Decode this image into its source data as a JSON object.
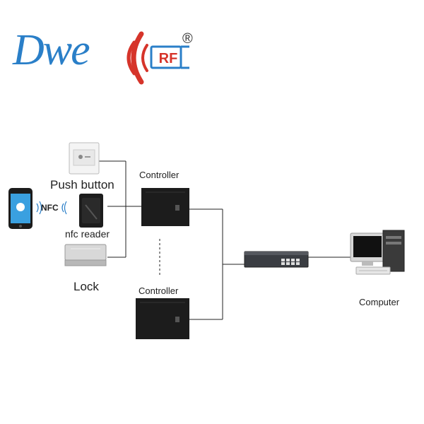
{
  "logo": {
    "text": "Dwe",
    "badge": "RF",
    "registered": "®"
  },
  "labels": {
    "push_button": "Push button",
    "nfc_reader": "nfc reader",
    "lock": "Lock",
    "controller_top": "Controller",
    "controller_bottom": "Controller",
    "computer": "Computer",
    "nfc_tag": "NFC"
  },
  "colors": {
    "brand_blue": "#2a7fc8",
    "brand_red": "#d6342a",
    "line": "#222222"
  },
  "icons": [
    "push-button-icon",
    "nfc-reader-icon",
    "magnetic-lock-icon",
    "smartphone-icon",
    "controller-box-icon",
    "network-switch-icon",
    "computer-icon"
  ]
}
